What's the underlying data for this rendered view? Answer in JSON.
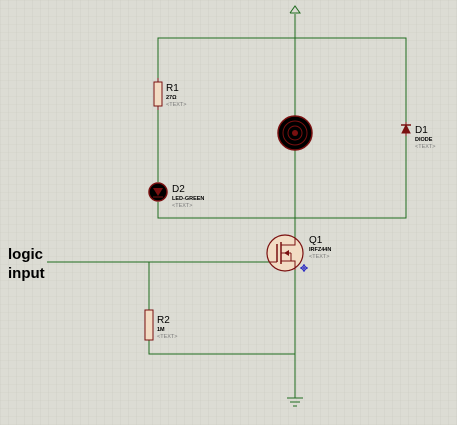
{
  "input_label": {
    "line1": "logic",
    "line2": "input"
  },
  "components": {
    "r1": {
      "ref": "R1",
      "value": "27Ω",
      "text": "<TEXT>"
    },
    "d2": {
      "ref": "D2",
      "value": "LED-GREEN",
      "text": "<TEXT>"
    },
    "d1": {
      "ref": "D1",
      "value": "DIODE",
      "text": "<TEXT>"
    },
    "q1": {
      "ref": "Q1",
      "value": "IRFZ44N",
      "text": "<TEXT>"
    },
    "r2": {
      "ref": "R2",
      "value": "1M",
      "text": "<TEXT>"
    }
  },
  "colors": {
    "background": "#dcdcd4",
    "grid": "#c9c9c0",
    "wire": "#1e6b1e",
    "component": "#7a1010",
    "body_fill": "#f2dcc4",
    "led_fill": "#000000",
    "terminal": "#2020c0"
  }
}
